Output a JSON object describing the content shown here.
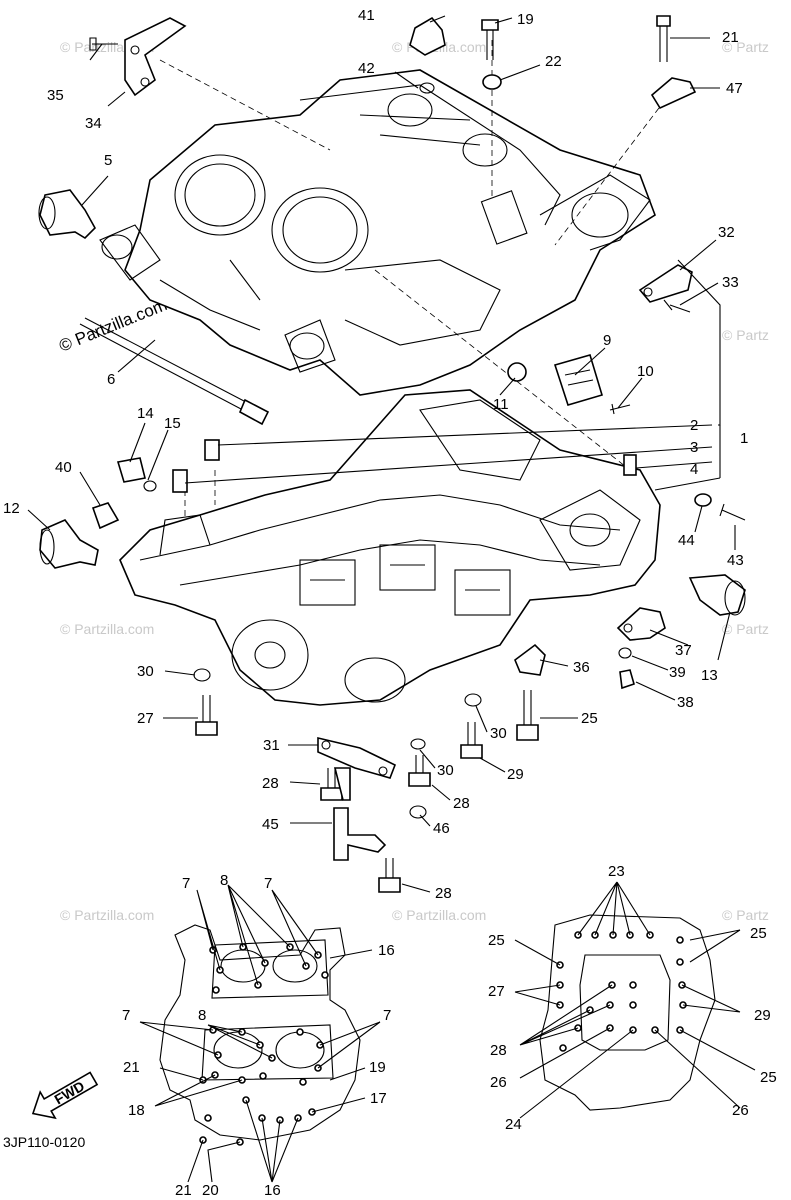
{
  "watermark": {
    "main": "© Partzilla.com",
    "faint": "© Partzilla.com",
    "faint_short": "© Partz"
  },
  "diagram_code": "3JP110-0120",
  "fwd_label": "FWD",
  "callouts": {
    "c41": "41",
    "c19": "19",
    "c21": "21",
    "c35": "35",
    "c34": "34",
    "c42": "42",
    "c22": "22",
    "c47": "47",
    "c5": "5",
    "c32": "32",
    "c33": "33",
    "c6": "6",
    "c9": "9",
    "c10": "10",
    "c11": "11",
    "c2": "2",
    "c3": "3",
    "c1": "1",
    "c4": "4",
    "c14": "14",
    "c15": "15",
    "c40": "40",
    "c12": "12",
    "c44": "44",
    "c43": "43",
    "c13": "13",
    "c37": "37",
    "c36": "36",
    "c39": "39",
    "c38": "38",
    "c30a": "30",
    "c27a": "27",
    "c25a": "25",
    "c30b": "30",
    "c31": "31",
    "c30c": "30",
    "c29a": "29",
    "c28a": "28",
    "c28b": "28",
    "c45": "45",
    "c46": "46",
    "c28c": "28",
    "c23": "23",
    "c25b": "25",
    "c25c": "25",
    "c7a": "7",
    "c8a": "8",
    "c7b": "7",
    "c16a": "16",
    "c27b": "27",
    "c29b": "29",
    "c7c": "7",
    "c8b": "8",
    "c7d": "7",
    "c28d": "28",
    "c21b": "21",
    "c19b": "19",
    "c26a": "26",
    "c25d": "25",
    "c18": "18",
    "c17": "17",
    "c24": "24",
    "c26b": "26",
    "c21c": "21",
    "c20": "20",
    "c16b": "16"
  }
}
